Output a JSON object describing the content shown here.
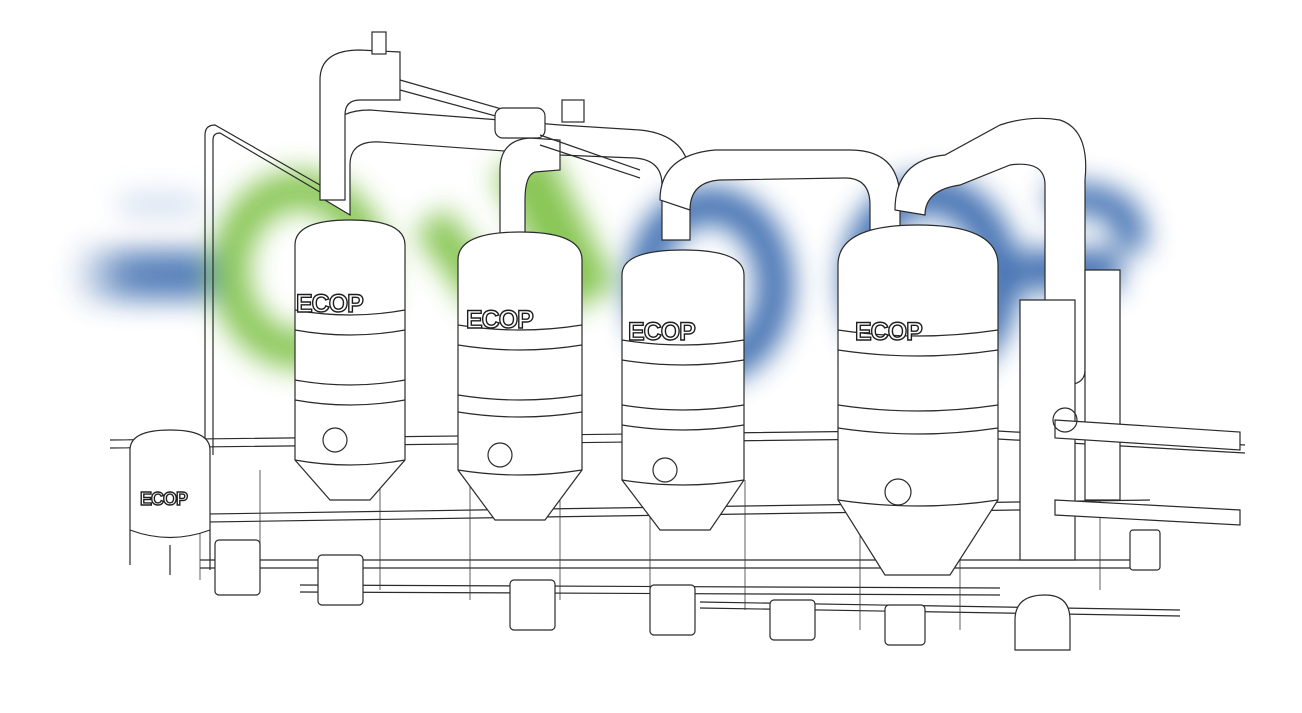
{
  "brand": {
    "logo_text": "ECOP",
    "tank_label": "ECOP",
    "colors": {
      "blue": "#2b5fa8",
      "green": "#7bc043",
      "line": "#2b2b2b",
      "background": "#ffffff"
    }
  },
  "image": {
    "subject": "multi-stage vacuum evaporator plant line drawing",
    "tanks": [
      {
        "id": "tank-1",
        "label": "ECOP"
      },
      {
        "id": "tank-2",
        "label": "ECOP"
      },
      {
        "id": "tank-3",
        "label": "ECOP"
      },
      {
        "id": "tank-4",
        "label": "ECOP"
      }
    ]
  }
}
